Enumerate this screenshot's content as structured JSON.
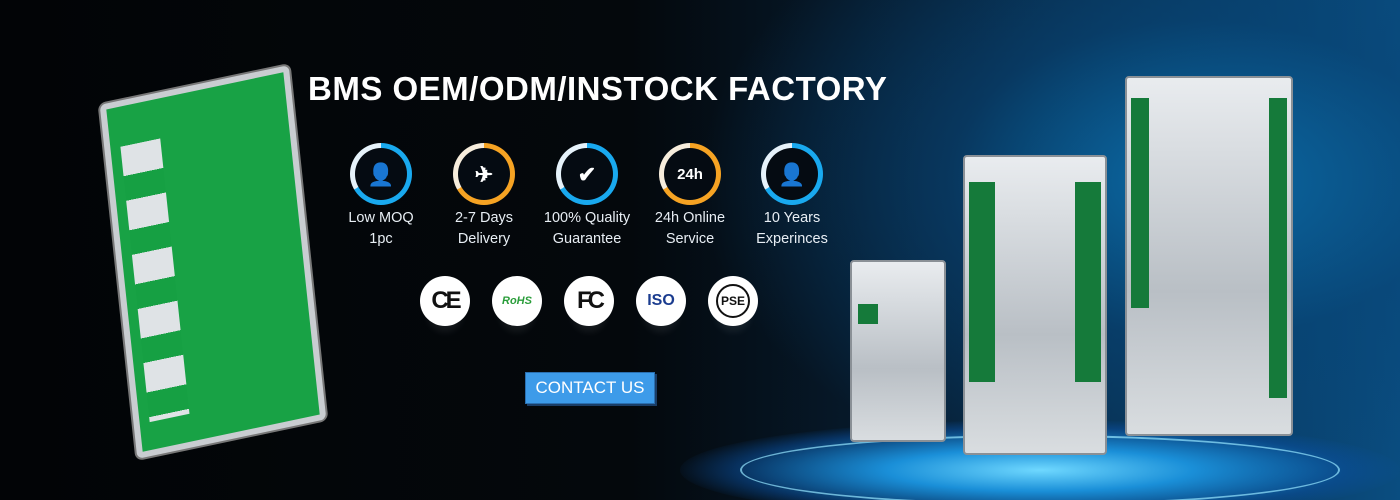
{
  "title": "BMS OEM/ODM/INSTOCK FACTORY",
  "features": [
    {
      "line1": "Low MOQ",
      "line2": "1pc",
      "icon": "user-box-icon",
      "ring": "blue"
    },
    {
      "line1": "2-7 Days",
      "line2": "Delivery",
      "icon": "airplane-icon",
      "ring": "orange"
    },
    {
      "line1": "100% Quality",
      "line2": "Guarantee",
      "icon": "shield-check-icon",
      "ring": "blue"
    },
    {
      "line1": "24h Online",
      "line2": "Service",
      "icon": "clock-24h-icon",
      "ring": "orange",
      "glyph": "24h"
    },
    {
      "line1": "10 Years",
      "line2": "Experinces",
      "icon": "user-check-icon",
      "ring": "blue"
    }
  ],
  "certifications": [
    {
      "label": "CE",
      "icon": "ce-mark-icon"
    },
    {
      "label": "RoHS",
      "icon": "rohs-leaf-icon"
    },
    {
      "label": "FC",
      "icon": "fcc-mark-icon"
    },
    {
      "label": "ISO",
      "icon": "iso-icon"
    },
    {
      "label": "PSE",
      "icon": "pse-mark-icon"
    }
  ],
  "contact_button": "CONTACT US",
  "colors": {
    "ring_blue": "#19a9ef",
    "ring_orange": "#f6a323",
    "button": "#3d9be9",
    "pcb_green": "#18a245"
  }
}
